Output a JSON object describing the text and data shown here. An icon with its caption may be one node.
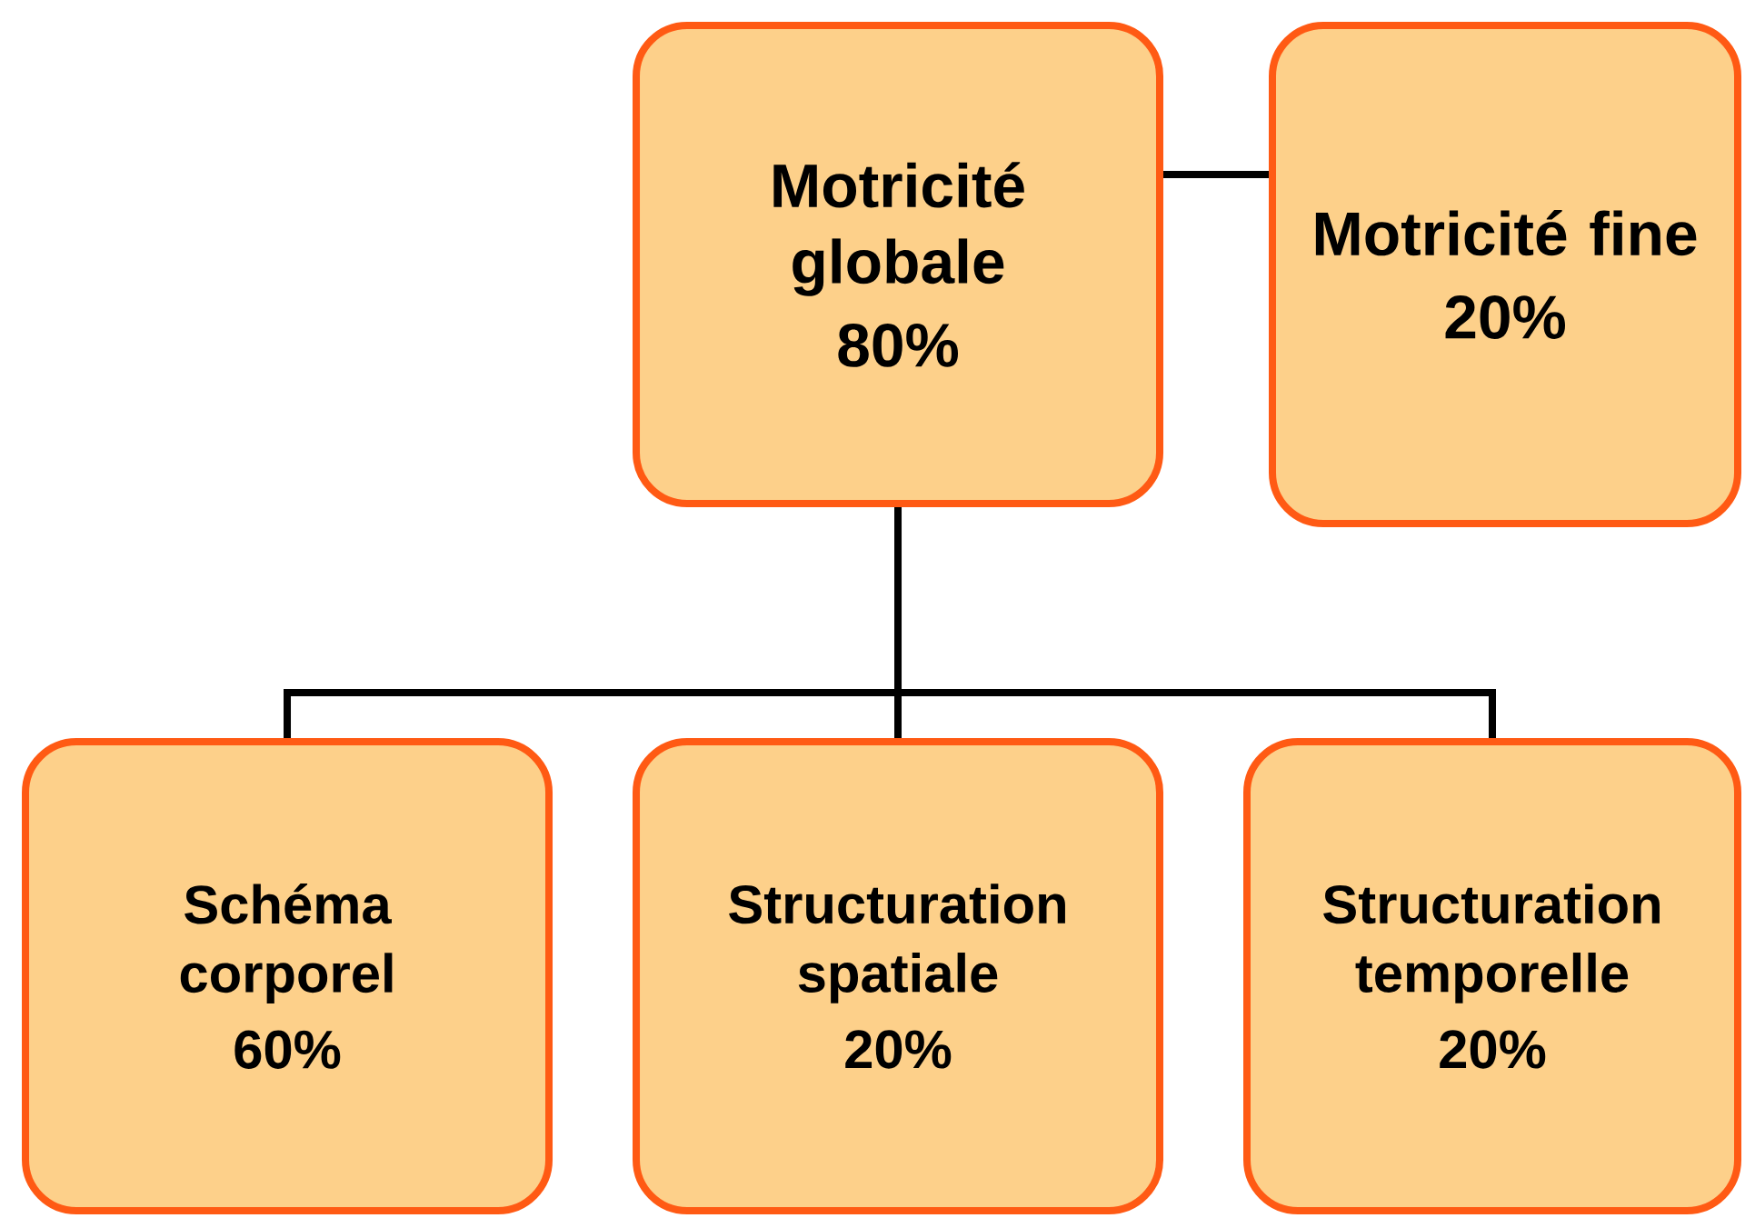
{
  "diagram": {
    "nodes": [
      {
        "text": [
          "Motricité globale",
          "80%"
        ]
      },
      {
        "text": [
          "Motricité fine",
          "20%"
        ]
      },
      {
        "text": [
          "Schéma corporel",
          "60%"
        ]
      },
      {
        "text": [
          "Structuration spatiale",
          "20%"
        ]
      },
      {
        "text": [
          "Structuration temporelle",
          "20%"
        ]
      }
    ],
    "edges": [
      {
        "from": 0,
        "to": 1,
        "arrow": "none"
      },
      {
        "from": 0,
        "to": 2,
        "arrow": "none"
      },
      {
        "from": 0,
        "to": 3,
        "arrow": "none"
      },
      {
        "from": 0,
        "to": 4,
        "arrow": "none"
      }
    ]
  }
}
